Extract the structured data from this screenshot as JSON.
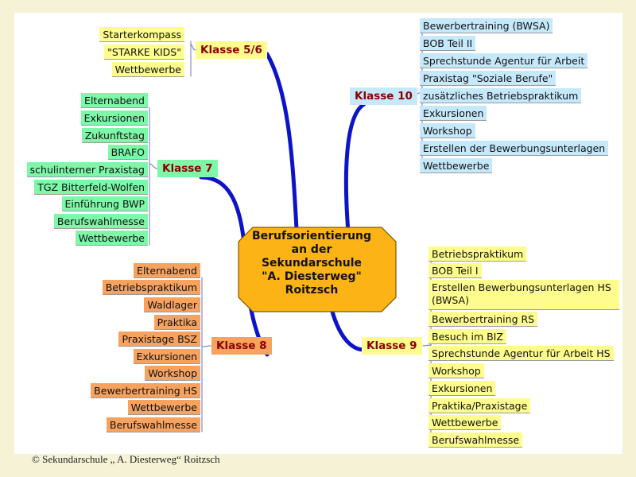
{
  "center": {
    "title": "Berufsorientierung\nan der\nSekundarschule\n\"A. Diesterweg\"\nRoitzsch",
    "fill": "#fbb316",
    "stroke": "#7a5a00"
  },
  "branches": [
    {
      "id": "k56",
      "label": "Klasse 5/6",
      "color": "#fdfc8c",
      "side": "left",
      "items": [
        "Starterkompass",
        "\"STARKE KIDS\"",
        "Wettbewerbe"
      ]
    },
    {
      "id": "k7",
      "label": "Klasse 7",
      "color": "#7df7a8",
      "side": "left",
      "items": [
        "Elternabend",
        "Exkursionen",
        "Zukunftstag",
        "BRAFO",
        "schulinterner Praxistag",
        "TGZ Bitterfeld-Wolfen",
        "Einführung BWP",
        "Berufswahlmesse",
        "Wettbewerbe"
      ]
    },
    {
      "id": "k8",
      "label": "Klasse 8",
      "color": "#f7a25e",
      "side": "left",
      "items": [
        "Elternabend",
        "Betriebspraktikum",
        "Waldlager",
        "Praktika",
        "Praxistage BSZ",
        "Exkursionen",
        "Workshop",
        "Bewerbertraining HS",
        "Wettbewerbe",
        "Berufswahlmesse"
      ]
    },
    {
      "id": "k10",
      "label": "Klasse 10",
      "color": "#c5e8fb",
      "side": "right",
      "items": [
        "Bewerbertraining (BWSA)",
        "BOB Teil II",
        "Sprechstunde Agentur für Arbeit",
        "Praxistag \"Soziale Berufe\"",
        "zusätzliches Betriebspraktikum",
        "Exkursionen",
        "Workshop",
        "Erstellen der Bewerbungsunterlagen",
        "Wettbewerbe"
      ]
    },
    {
      "id": "k9",
      "label": "Klasse 9",
      "color": "#fdfc8c",
      "side": "right",
      "items": [
        "Betriebspraktikum",
        " BOB Teil I",
        "Erstellen Bewerbungsunterlagen HS (BWSA)",
        "Bewerbertraining RS",
        "Besuch im BIZ",
        "Sprechstunde Agentur für Arbeit HS",
        "Workshop",
        "Exkursionen",
        "Praktika/Praxistage",
        "Wettbewerbe",
        "Berufswahlmesse"
      ]
    }
  ],
  "colors": {
    "link": "#0d14c8",
    "branch_text": "#8b0000",
    "connector": "#7070c0"
  },
  "footer": "© Sekundarschule „ A. Diesterweg“ Roitzsch"
}
